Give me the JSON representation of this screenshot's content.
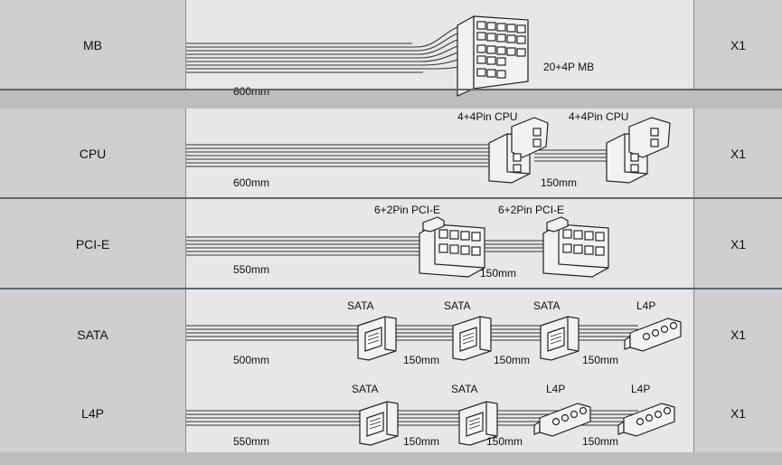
{
  "rows": [
    {
      "name": "MB",
      "quantity": "X1",
      "cable_length": "600mm",
      "connectors": [
        {
          "label": "20+4P MB",
          "type": "mb"
        }
      ],
      "segment_lengths": []
    },
    {
      "name": "CPU",
      "quantity": "X1",
      "cable_length": "600mm",
      "connectors": [
        {
          "label": "4+4Pin CPU",
          "type": "cpu"
        },
        {
          "label": "4+4Pin CPU",
          "type": "cpu"
        }
      ],
      "segment_lengths": [
        "150mm"
      ]
    },
    {
      "name": "PCI-E",
      "quantity": "X1",
      "cable_length": "550mm",
      "connectors": [
        {
          "label": "6+2Pin PCI-E",
          "type": "pcie"
        },
        {
          "label": "6+2Pin PCI-E",
          "type": "pcie"
        }
      ],
      "segment_lengths": [
        "150mm"
      ]
    },
    {
      "name": "SATA",
      "quantity": "X1",
      "cable_length": "500mm",
      "connectors": [
        {
          "label": "SATA",
          "type": "sata"
        },
        {
          "label": "SATA",
          "type": "sata"
        },
        {
          "label": "SATA",
          "type": "sata"
        },
        {
          "label": "L4P",
          "type": "l4p"
        }
      ],
      "segment_lengths": [
        "150mm",
        "150mm",
        "150mm"
      ]
    },
    {
      "name": "L4P",
      "quantity": "X1",
      "cable_length": "550mm",
      "connectors": [
        {
          "label": "SATA",
          "type": "sata"
        },
        {
          "label": "SATA",
          "type": "sata"
        },
        {
          "label": "L4P",
          "type": "l4p"
        },
        {
          "label": "L4P",
          "type": "l4p"
        }
      ],
      "segment_lengths": [
        "150mm",
        "150mm",
        "150mm"
      ]
    }
  ]
}
